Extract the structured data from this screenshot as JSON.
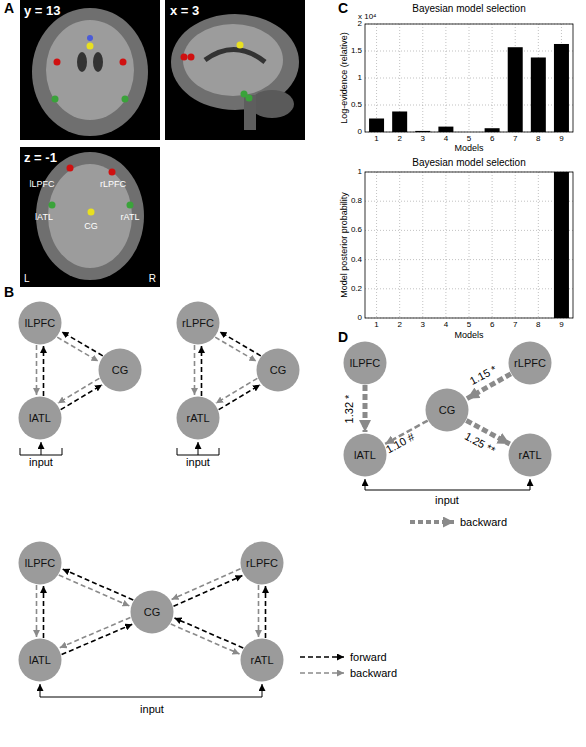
{
  "diagram": {
    "nodes": [
      {
        "text": [
          "lLPFC"
        ]
      },
      {
        "text": [
          "CG"
        ]
      },
      {
        "text": [
          "lATL"
        ]
      },
      {
        "text": [
          "rLPFC"
        ]
      },
      {
        "text": [
          "CG"
        ]
      },
      {
        "text": [
          "rATL"
        ]
      },
      {
        "text": [
          "lLPFC"
        ]
      },
      {
        "text": [
          "rLPFC"
        ]
      },
      {
        "text": [
          "CG"
        ]
      },
      {
        "text": [
          "lATL"
        ]
      },
      {
        "text": [
          "rATL"
        ]
      },
      {
        "text": [
          "lLPFC"
        ]
      },
      {
        "text": [
          "rLPFC"
        ]
      },
      {
        "text": [
          "CG"
        ]
      },
      {
        "text": [
          "lATL"
        ]
      },
      {
        "text": [
          "rATL"
        ]
      }
    ],
    "edges": [
      {
        "from": 2,
        "to": 0,
        "arrow": "to"
      },
      {
        "from": 0,
        "to": 2,
        "arrow": "to"
      },
      {
        "from": 1,
        "to": 0,
        "arrow": "to"
      },
      {
        "from": 0,
        "to": 1,
        "arrow": "to"
      },
      {
        "from": 2,
        "to": 1,
        "arrow": "to"
      },
      {
        "from": 1,
        "to": 2,
        "arrow": "to"
      },
      {
        "from": 5,
        "to": 3,
        "arrow": "to"
      },
      {
        "from": 3,
        "to": 5,
        "arrow": "to"
      },
      {
        "from": 4,
        "to": 3,
        "arrow": "to"
      },
      {
        "from": 3,
        "to": 4,
        "arrow": "to"
      },
      {
        "from": 5,
        "to": 4,
        "arrow": "to"
      },
      {
        "from": 4,
        "to": 5,
        "arrow": "to"
      },
      {
        "from": 9,
        "to": 6,
        "arrow": "to"
      },
      {
        "from": 6,
        "to": 9,
        "arrow": "to"
      },
      {
        "from": 8,
        "to": 6,
        "arrow": "to"
      },
      {
        "from": 6,
        "to": 8,
        "arrow": "to"
      },
      {
        "from": 9,
        "to": 8,
        "arrow": "to"
      },
      {
        "from": 8,
        "to": 9,
        "arrow": "to"
      },
      {
        "from": 10,
        "to": 7,
        "arrow": "to"
      },
      {
        "from": 7,
        "to": 10,
        "arrow": "to"
      },
      {
        "from": 8,
        "to": 7,
        "arrow": "to"
      },
      {
        "from": 7,
        "to": 8,
        "arrow": "to"
      },
      {
        "from": 10,
        "to": 8,
        "arrow": "to"
      },
      {
        "from": 8,
        "to": 10,
        "arrow": "to"
      },
      {
        "from": 11,
        "to": 14,
        "label": "1.32 *",
        "arrow": "to"
      },
      {
        "from": 12,
        "to": 13,
        "label": "1.15 *",
        "arrow": "to"
      },
      {
        "from": 13,
        "to": 14,
        "label": "1.10 #",
        "arrow": "to"
      },
      {
        "from": 13,
        "to": 15,
        "label": "1.25 **",
        "arrow": "to"
      }
    ],
    "labels": [
      "A",
      "y = 13",
      "x = 3",
      "z = -1",
      "lLPFC",
      "rLPFC",
      "lATL",
      "CG",
      "rATL",
      "L",
      "R",
      "C",
      "Bayesian model selection",
      "Log-evidence (relative)",
      "x 10⁴",
      "0",
      "0.5",
      "1",
      "1.5",
      "2",
      "1",
      "2",
      "3",
      "4",
      "5",
      "6",
      "7",
      "8",
      "9",
      "Models",
      "Bayesian model selection",
      "Model posterior probability",
      "0",
      "0.2",
      "0.4",
      "0.6",
      "0.8",
      "1",
      "1",
      "2",
      "3",
      "4",
      "5",
      "6",
      "7",
      "8",
      "9",
      "Models",
      "B",
      "input",
      "input",
      "input",
      "D",
      "input"
    ],
    "legend": [
      {
        "text": "forward"
      },
      {
        "text": "backward"
      },
      {
        "text": "backward"
      }
    ]
  }
}
